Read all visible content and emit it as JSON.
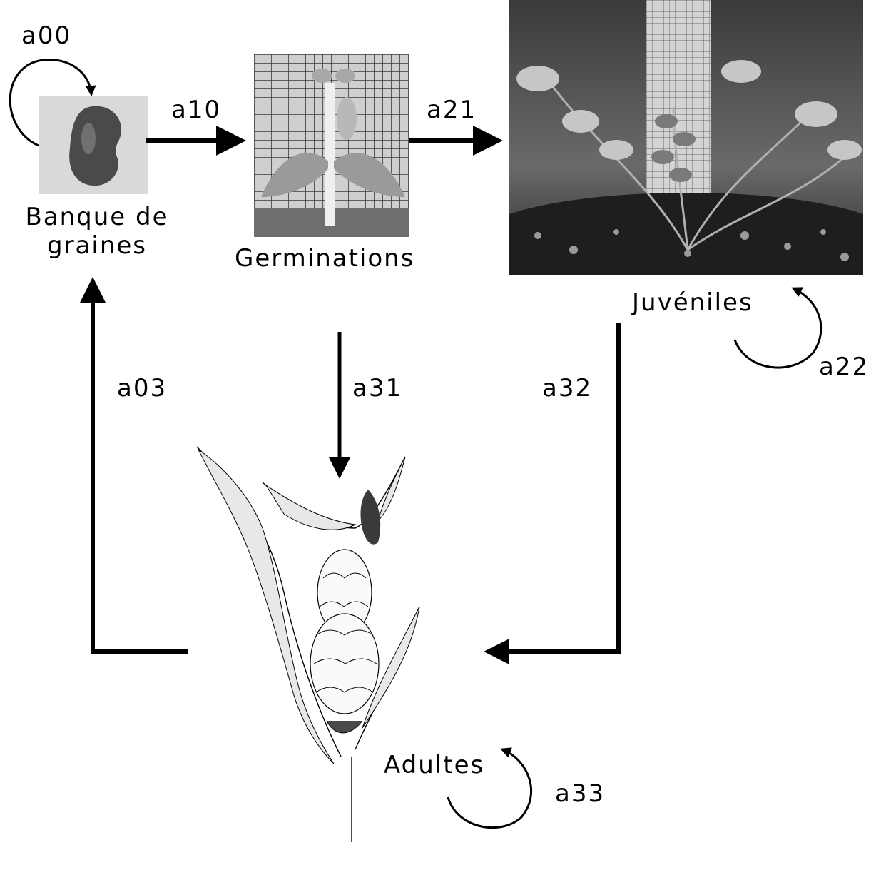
{
  "stages": {
    "seed_bank": {
      "label_line1": "Banque de",
      "label_line2": "graines"
    },
    "germinations": {
      "label": "Germinations"
    },
    "juveniles": {
      "label": "Juvéniles"
    },
    "adults": {
      "label": "Adultes"
    }
  },
  "transitions": {
    "a00": "a00",
    "a10": "a10",
    "a21": "a21",
    "a22": "a22",
    "a03": "a03",
    "a31": "a31",
    "a32": "a32",
    "a33": "a33"
  }
}
